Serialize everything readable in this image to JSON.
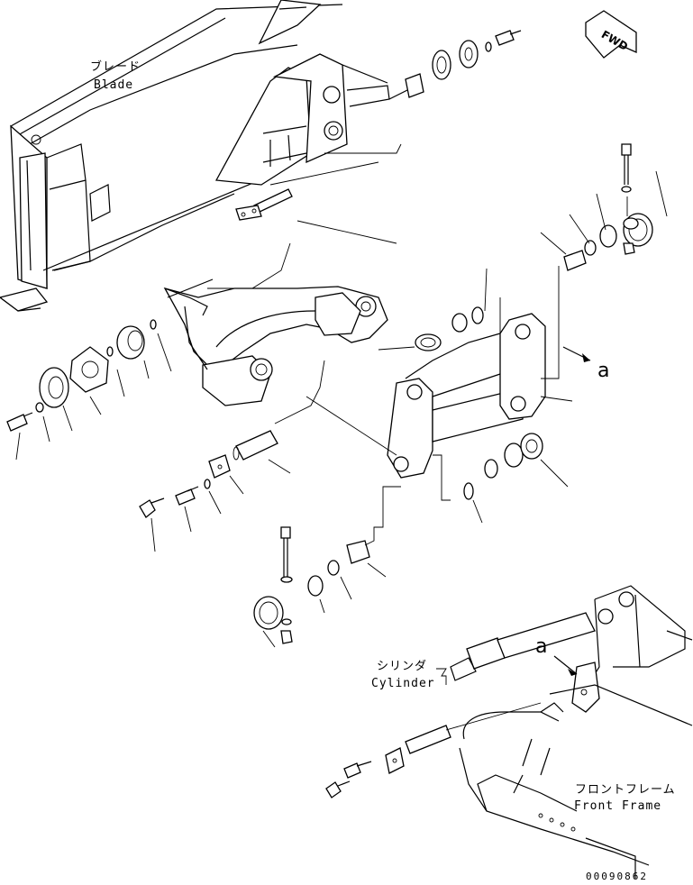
{
  "labels": {
    "blade_jp": "ブレード",
    "blade_en": "Blade",
    "cylinder_jp": "シリンダ",
    "cylinder_en": "Cylinder",
    "front_frame_jp": "フロントフレーム",
    "front_frame_en": "Front Frame",
    "fwd": "FWD",
    "ref_a_arrow": "a",
    "ref_a_detail": "a",
    "drawing_number": "00090862"
  }
}
